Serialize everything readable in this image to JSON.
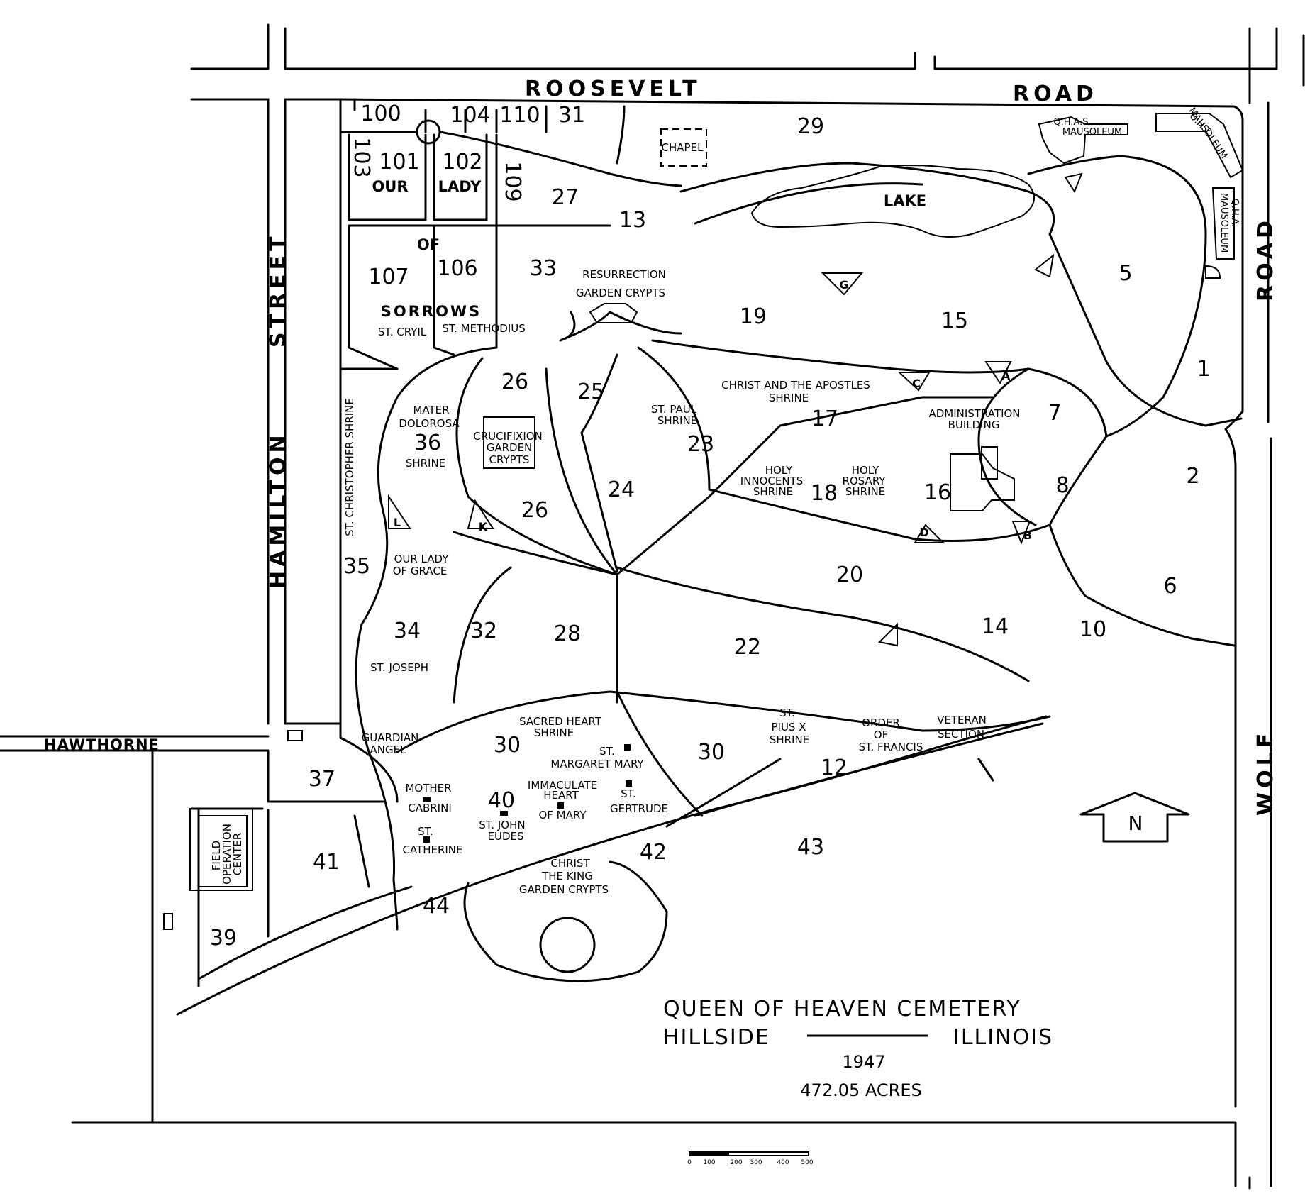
{
  "roads": {
    "north": [
      "ROOSEVELT",
      "ROAD"
    ],
    "west": [
      "HAMILTON",
      "STREET"
    ],
    "east": [
      "WOLF",
      "ROAD"
    ],
    "hawthorne": "HAWTHORNE"
  },
  "sections": [
    "100",
    "104",
    "110",
    "31",
    "29",
    "103",
    "101",
    "102",
    "109",
    "27",
    "13",
    "107",
    "106",
    "33",
    "19",
    "15",
    "5",
    "1",
    "26",
    "25",
    "17",
    "7",
    "36",
    "23",
    "16",
    "8",
    "2",
    "24",
    "18",
    "26",
    "35",
    "20",
    "6",
    "34",
    "32",
    "28",
    "22",
    "14",
    "10",
    "30",
    "30",
    "12",
    "37",
    "40",
    "43",
    "42",
    "41",
    "44",
    "39"
  ],
  "areas": [
    {
      "id": "chapel",
      "label": "CHAPEL"
    },
    {
      "id": "lake",
      "label": "LAKE"
    },
    {
      "id": "our",
      "label": "OUR"
    },
    {
      "id": "lady",
      "label": "LADY"
    },
    {
      "id": "of",
      "label": "OF"
    },
    {
      "id": "sorrows",
      "label": "SORROWS"
    }
  ],
  "labels": {
    "st_cryil": "ST. CRYIL",
    "st_methodius": "ST. METHODIUS",
    "resurrection_1": "RESURRECTION",
    "resurrection_2": "GARDEN CRYPTS",
    "qhas_mausoleum_1": "Q.H.A.S.",
    "qhas_mausoleum_2": "MAUSOLEUM",
    "qht_mausoleum_1": "Q.H.T.",
    "qht_mausoleum_2": "MAUSOLEUM",
    "qha_mausoleum_1": "Q.H.A.",
    "qha_mausoleum_2": "MAUSOLEUM",
    "christ_apostles_1": "CHRIST AND THE APOSTLES",
    "christ_apostles_2": "SHRINE",
    "mater_1": "MATER",
    "mater_2": "DOLOROSA",
    "mater_3": "SHRINE",
    "crucifixion_1": "CRUCIFIXION",
    "crucifixion_2": "GARDEN",
    "crucifixion_3": "CRYPTS",
    "st_paul_1": "ST. PAUL",
    "st_paul_2": "SHRINE",
    "admin_1": "ADMINISTRATION",
    "admin_2": "BUILDING",
    "holy_innocents_1": "HOLY",
    "holy_innocents_2": "INNOCENTS",
    "holy_innocents_3": "SHRINE",
    "holy_rosary_1": "HOLY",
    "holy_rosary_2": "ROSARY",
    "holy_rosary_3": "SHRINE",
    "st_christopher": "ST. CHRISTOPHER SHRINE",
    "grace_1": "OUR LADY",
    "grace_2": "OF GRACE",
    "st_joseph": "ST. JOSEPH",
    "sacred_heart_1": "SACRED HEART",
    "sacred_heart_2": "SHRINE",
    "margaret_1": "ST.",
    "margaret_2": "MARGARET MARY",
    "st_pius_1": "ST.",
    "st_pius_2": "PIUS X",
    "st_pius_3": "SHRINE",
    "francis_1": "ORDER",
    "francis_2": "OF",
    "francis_3": "ST. FRANCIS",
    "veteran_1": "VETERAN",
    "veteran_2": "SECTION",
    "guardian_1": "GUARDIAN",
    "guardian_2": "ANGEL",
    "cabrini_1": "MOTHER",
    "cabrini_2": "CABRINI",
    "immaculate_1": "IMMACULATE",
    "immaculate_2": "HEART",
    "immaculate_3": "OF MARY",
    "gertrude_1": "ST.",
    "gertrude_2": "GERTRUDE",
    "eudes_1": "ST. JOHN",
    "eudes_2": "EUDES",
    "catherine_1": "ST.",
    "catherine_2": "CATHERINE",
    "christ_king_1": "CHRIST",
    "christ_king_2": "THE KING",
    "christ_king_3": "GARDEN CRYPTS",
    "field_1": "FIELD",
    "field_2": "OPERATION",
    "field_3": "CENTER",
    "north": "N"
  },
  "markers": [
    "G",
    "A",
    "C",
    "L",
    "K",
    "D",
    "B"
  ],
  "title": {
    "line1": "QUEEN OF HEAVEN  CEMETERY",
    "line2_left": "HILLSIDE",
    "line2_right": "ILLINOIS",
    "year": "1947",
    "acres": "472.05 ACRES"
  },
  "scale": [
    "0",
    "100",
    "200",
    "300",
    "400",
    "500"
  ]
}
